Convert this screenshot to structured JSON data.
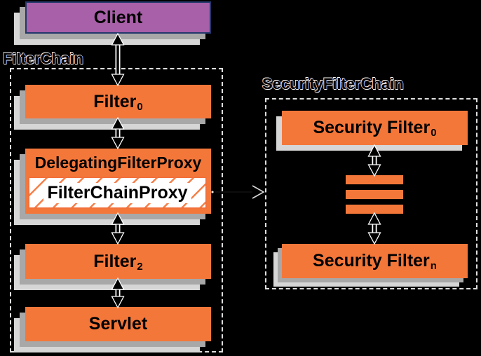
{
  "colors": {
    "background": "#000000",
    "box_orange": "#f4773a",
    "client_purple": "#a860a8",
    "client_border_navy": "#22386b",
    "shadow_dark": "#a8a8a8",
    "shadow_light": "#d6d6d6",
    "dashed_border": "#dedede",
    "hatch_line_orange": "#f5804a",
    "text": "#000000"
  },
  "client": {
    "label": "Client"
  },
  "filter_chain": {
    "group_label": "FilterChain",
    "filter0": {
      "text": "Filter",
      "sub": "0"
    },
    "delegating_filter_proxy": {
      "text": "DelegatingFilterProxy"
    },
    "filter_chain_proxy": {
      "text": "FilterChainProxy"
    },
    "filter2": {
      "text": "Filter",
      "sub": "2"
    },
    "servlet": {
      "text": "Servlet"
    }
  },
  "security_filter_chain": {
    "group_label": "SecurityFilterChain",
    "filter_first": {
      "text": "Security Filter",
      "sub": "0"
    },
    "filter_last": {
      "text": "Security Filter",
      "sub": "n"
    },
    "stack_bars": 3
  },
  "icons": {
    "double_arrow": "↕",
    "delegates_arrow": "▷"
  }
}
